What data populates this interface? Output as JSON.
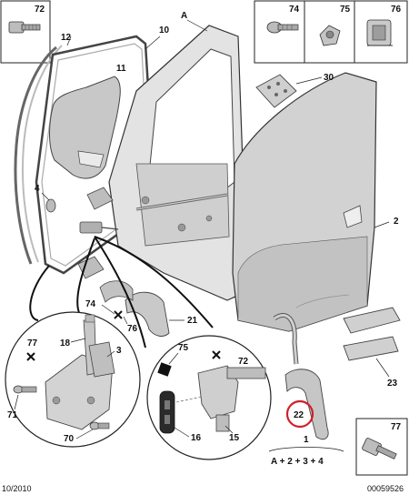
{
  "labels": {
    "a": "A",
    "n1": "1",
    "n2": "2",
    "n3": "3",
    "n4": "4",
    "n10": "10",
    "n11": "11",
    "n12": "12",
    "n15": "15",
    "n16": "16",
    "n18": "18",
    "n21": "21",
    "n22": "22",
    "n23": "23",
    "n30": "30",
    "n70": "70",
    "n71": "71",
    "n72_box": "72",
    "n72_detail": "72",
    "n74_box": "74",
    "n74_detail": "74",
    "n75_box": "75",
    "n75_detail": "75",
    "n76_box": "76",
    "n76_detail": "76",
    "n77_box": "77",
    "n77_detail": "77",
    "formula": "A + 2 + 3 + 4"
  },
  "footer": {
    "date": "10/2010",
    "ref": "00059526"
  },
  "colors": {
    "part_fill": "#d6d6d6",
    "part_dark": "#9a9a9a",
    "line": "#222222",
    "highlight_circle": "#d0202a"
  }
}
